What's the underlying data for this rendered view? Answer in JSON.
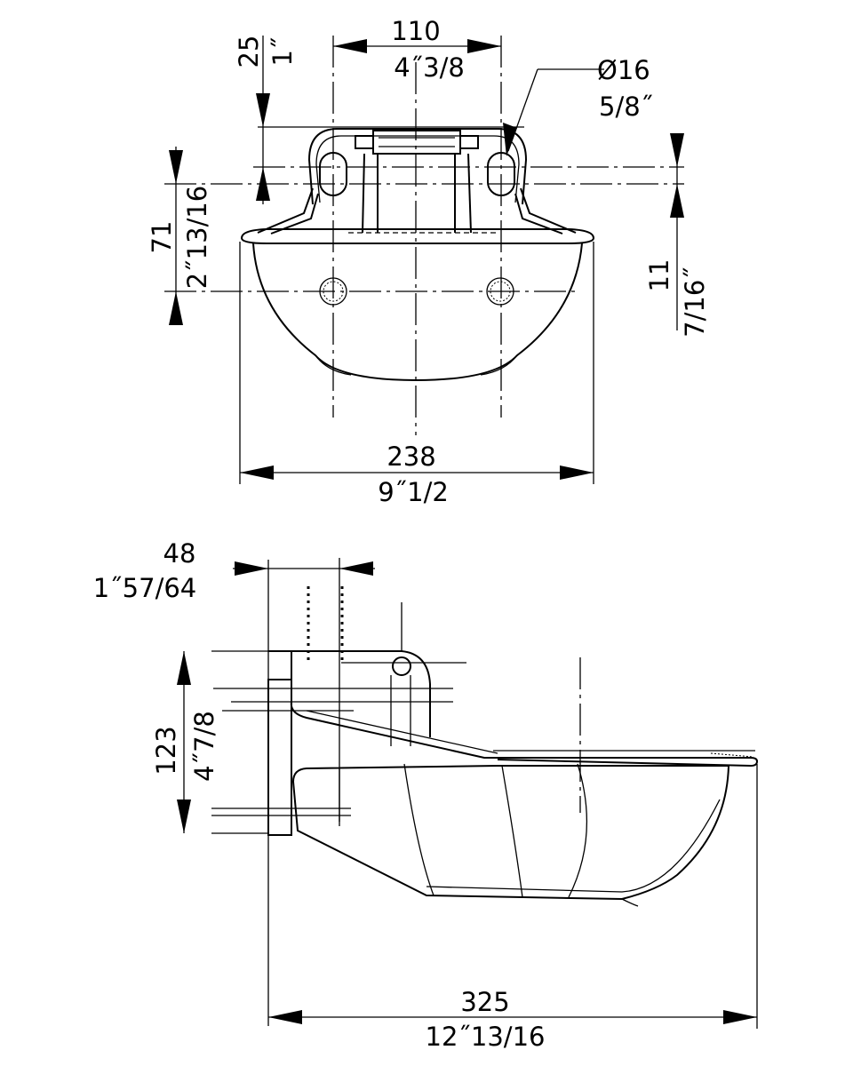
{
  "top_view": {
    "dim_width": {
      "mm": "238",
      "inch": "9˝1/2"
    },
    "dim_hole_spacing": {
      "mm": "110",
      "inch": "4˝3/8"
    },
    "dim_hole_dia": {
      "mm": "Ø16",
      "inch": "5/8˝"
    },
    "dim_top_offset": {
      "mm": "25",
      "inch": "1˝"
    },
    "dim_height": {
      "mm": "71",
      "inch": "2˝13/16"
    },
    "dim_slot": {
      "mm": "11",
      "inch": "7/16˝"
    }
  },
  "side_view": {
    "dim_bracket": {
      "mm": "48",
      "inch": "1˝57/64"
    },
    "dim_height": {
      "mm": "123",
      "inch": "4˝7/8"
    },
    "dim_length": {
      "mm": "325",
      "inch": "12˝13/16"
    }
  }
}
